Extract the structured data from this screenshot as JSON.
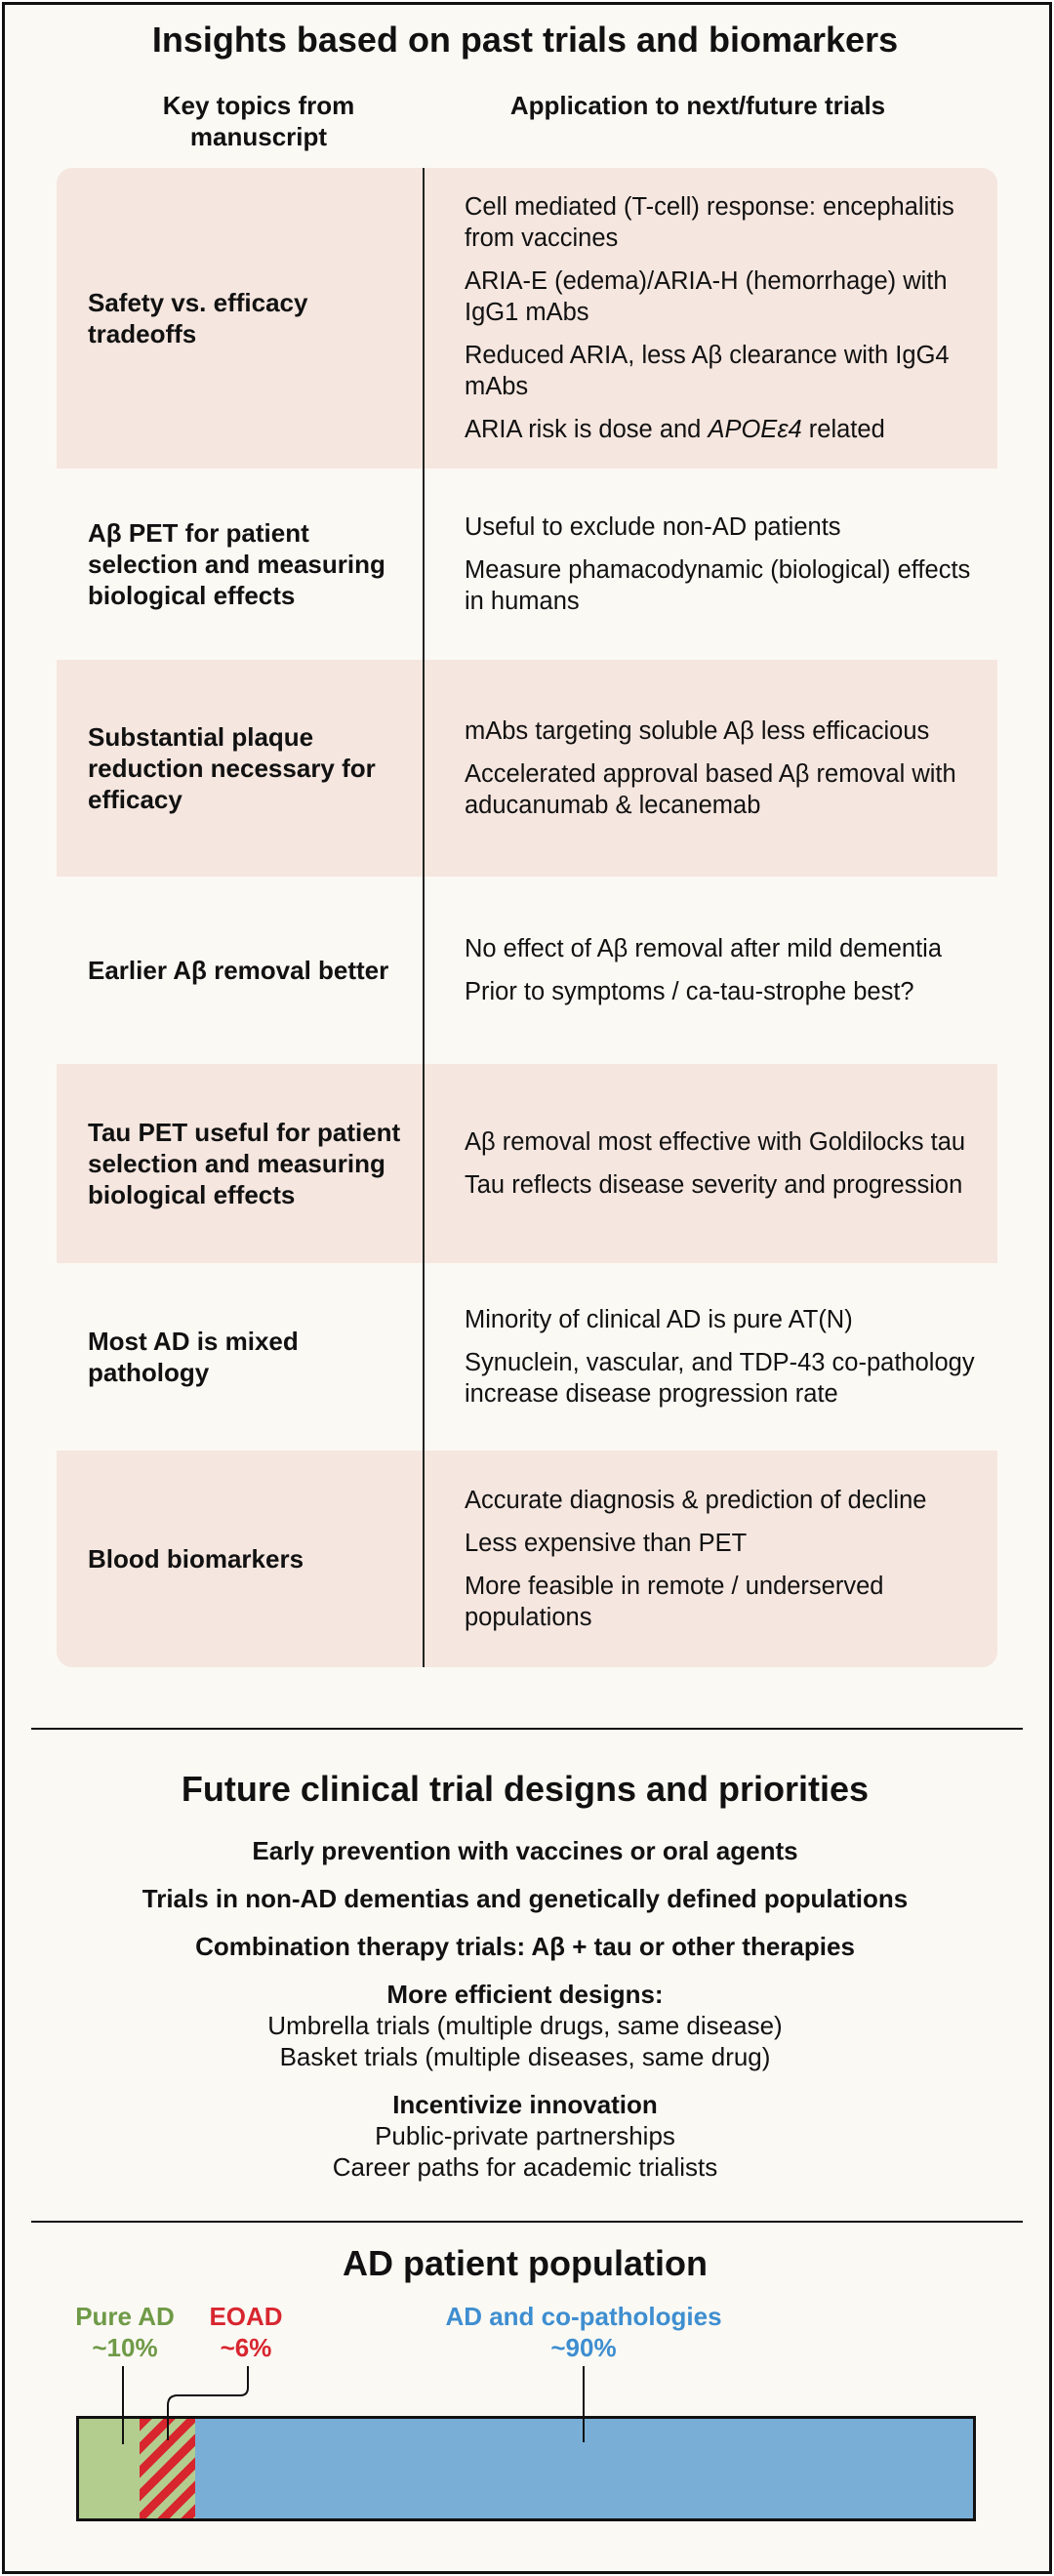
{
  "header": {
    "title": "Insights based on past trials and biomarkers",
    "col_left": "Key topics from manuscript",
    "col_right": "Application to next/future trials"
  },
  "rows": [
    {
      "topic": "Safety vs. efficacy tradeoffs",
      "apps": [
        "Cell mediated (T-cell) response: encephalitis from vaccines",
        "ARIA-E (edema)/ARIA-H (hemorrhage) with IgG1 mAbs",
        "Reduced ARIA, less Aβ clearance with IgG4 mAbs",
        "ARIA risk is dose and APOEε4 related"
      ]
    },
    {
      "topic": "Aβ PET for patient selection and measuring biological effects",
      "apps": [
        "Useful to exclude non-AD patients",
        "Measure phamacodynamic (biological) effects in humans"
      ]
    },
    {
      "topic": "Substantial plaque reduction necessary for efficacy",
      "apps": [
        "mAbs targeting soluble Aβ less efficacious",
        "Accelerated approval based Aβ removal with aducanumab & lecanemab"
      ]
    },
    {
      "topic": "Earlier Aβ removal better",
      "apps": [
        "No effect of Aβ removal after mild dementia",
        "Prior to symptoms / ca-tau-strophe best?"
      ]
    },
    {
      "topic": "Tau PET useful for patient selection and measuring biological effects",
      "apps": [
        "Aβ removal most effective with Goldilocks tau",
        "Tau reflects disease severity and progression"
      ]
    },
    {
      "topic": "Most AD is mixed pathology",
      "apps": [
        "Minority of clinical AD is pure AT(N)",
        "Synuclein, vascular, and TDP-43 co-pathology increase disease progression rate"
      ]
    },
    {
      "topic": "Blood biomarkers",
      "apps": [
        "Accurate diagnosis & prediction of decline",
        "Less expensive than PET",
        "More feasible in remote / underserved populations"
      ]
    }
  ],
  "future": {
    "title": "Future clinical trial designs and priorities",
    "items": [
      "Early prevention with vaccines or oral agents",
      "Trials in non-AD dementias and genetically defined populations",
      "Combination therapy trials: Aβ + tau or other therapies",
      "More efficient designs:",
      "Umbrella trials (multiple drugs, same disease)",
      "Basket trials (multiple diseases, same drug)",
      "Incentivize innovation",
      "Public-private partnerships",
      "Career paths for academic trialists"
    ]
  },
  "population": {
    "title": "AD patient population",
    "pure_name": "Pure AD",
    "pure_pct": "~10%",
    "pure_fraction": 0.068,
    "eoad_name": "EOAD",
    "eoad_pct": "~6%",
    "eoad_fraction": 0.062,
    "copath_name": "AD and co-pathologies",
    "copath_pct": "~90%",
    "copath_fraction": 0.87,
    "colors": {
      "pure": "#b3cd8f",
      "eoad": "#d8262f",
      "copath": "#79afd6",
      "pure_text": "#6f9a47",
      "eoad_text": "#d8262f",
      "copath_text": "#3e8ed0",
      "band": "#f5e6df"
    }
  }
}
